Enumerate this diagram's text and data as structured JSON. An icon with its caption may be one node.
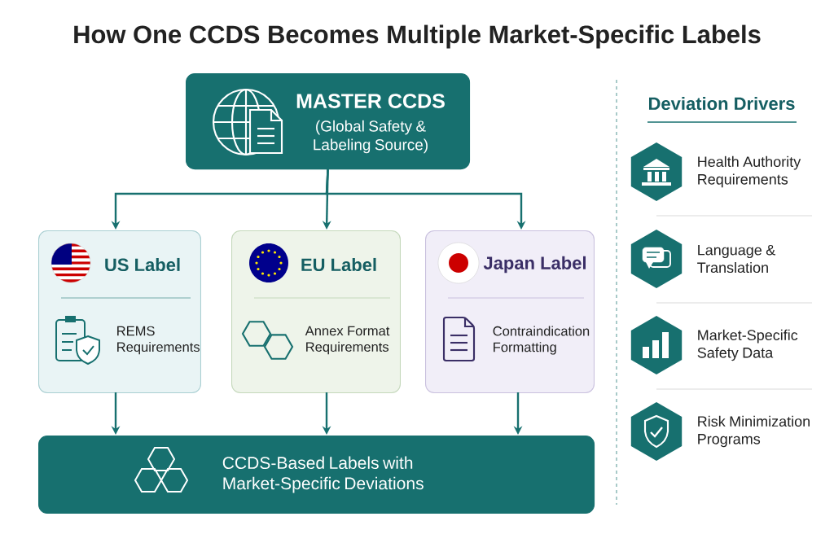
{
  "diagram": {
    "title": "How One CCDS Becomes Multiple Market-Specific Labels",
    "nodes": [
      {
        "text": [
          "MASTER CCDS",
          "(Global Safety & Labeling Source)"
        ]
      },
      {
        "text": [
          "US Label",
          "REMS Requirements"
        ]
      },
      {
        "text": [
          "EU Label",
          "Annex Format Requirements"
        ]
      },
      {
        "text": [
          "Japan Label",
          "Contraindication Formatting"
        ]
      },
      {
        "text": [
          "CCDS-Based Labels with Market-Specific Deviations"
        ]
      }
    ],
    "edges": [
      {
        "from": 0,
        "to": 1,
        "arrow": "to"
      },
      {
        "from": 0,
        "to": 2,
        "arrow": "to"
      },
      {
        "from": 0,
        "to": 3,
        "arrow": "to"
      },
      {
        "from": 1,
        "to": 4,
        "arrow": "to"
      },
      {
        "from": 2,
        "to": 4,
        "arrow": "to"
      },
      {
        "from": 3,
        "to": 4,
        "arrow": "to"
      }
    ],
    "labels": [
      "Deviation Drivers",
      "Health Authority Requirements",
      "Language & Translation",
      "Market-Specific Safety Data",
      "Risk Minimization Programs"
    ]
  }
}
